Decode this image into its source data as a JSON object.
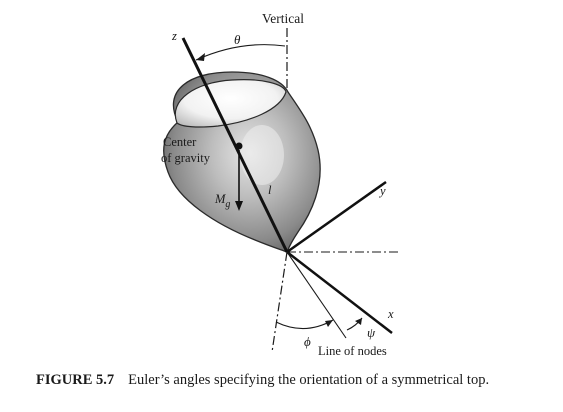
{
  "figure": {
    "labels": {
      "vertical": "Vertical",
      "theta": "θ",
      "z_axis": "z",
      "y_axis": "y",
      "x_axis": "x",
      "center_line1": "Center",
      "center_line2": "of gravity",
      "mg_main": "M",
      "mg_sub": "g",
      "l_label": "l",
      "phi": "ϕ",
      "psi": "ψ",
      "line_of_nodes": "Line of nodes"
    },
    "caption": {
      "number": "FIGURE 5.7",
      "text": "Euler’s angles specifying the orientation of a symmetrical top."
    }
  },
  "colors": {
    "ink": "#1a1a1a",
    "body_dark": "#5a5a5a",
    "body_light": "#d8d8d8",
    "background": "#ffffff"
  }
}
